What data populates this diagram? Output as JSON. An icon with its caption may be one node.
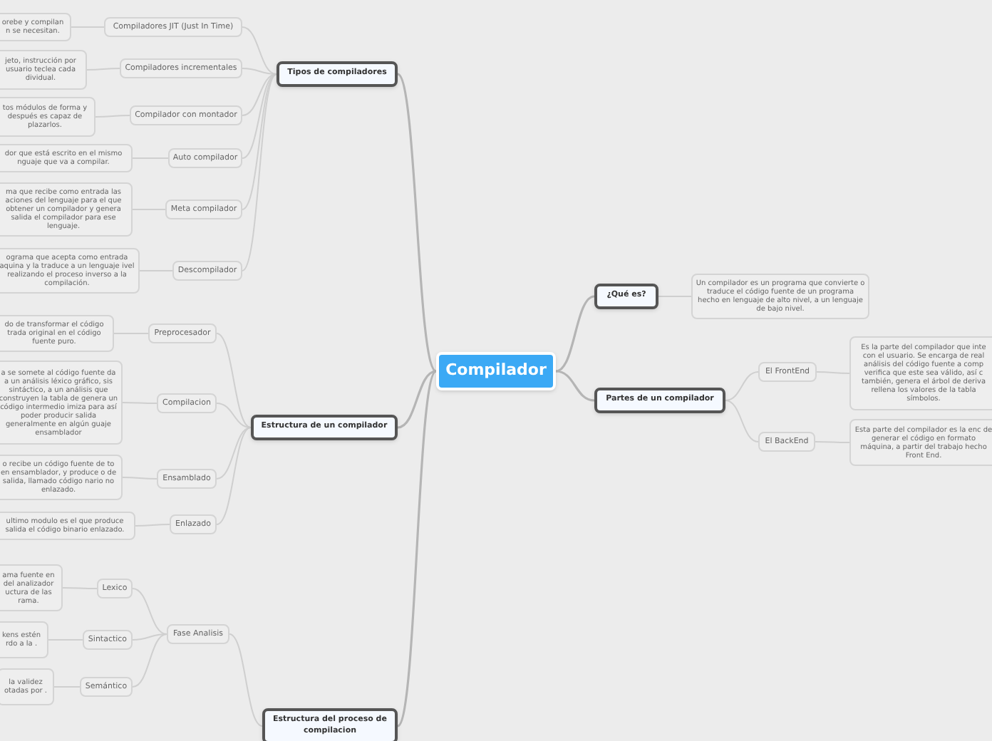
{
  "diagram": {
    "nodes": [
      {
        "text": [
          "Compilador"
        ]
      },
      {
        "text": [
          "Tipos de compiladores"
        ]
      },
      {
        "text": [
          "Compiladores JIT (Just In Time)"
        ]
      },
      {
        "text": [
          "orebe y compilan n se necesitan."
        ]
      },
      {
        "text": [
          "Compiladores incrementales"
        ]
      },
      {
        "text": [
          "jeto, instrucción por usuario teclea cada dividual."
        ]
      },
      {
        "text": [
          "Compilador con montador"
        ]
      },
      {
        "text": [
          "tos módulos de forma y después es capaz de plazarlos."
        ]
      },
      {
        "text": [
          "Auto compilador"
        ]
      },
      {
        "text": [
          "dor que está escrito en el mismo nguaje que va a compilar."
        ]
      },
      {
        "text": [
          "Meta compilador"
        ]
      },
      {
        "text": [
          "ma que recibe como entrada las aciones del lenguaje para el que obtener un compilador y genera salida el compilador para ese lenguaje."
        ]
      },
      {
        "text": [
          "Descompilador"
        ]
      },
      {
        "text": [
          "ograma que acepta como entrada aquina y la traduce a un lenguaje ivel realizando el proceso inverso a la compilación."
        ]
      },
      {
        "text": [
          "Estructura de un compilador"
        ]
      },
      {
        "text": [
          "Preprocesador"
        ]
      },
      {
        "text": [
          "do de transformar el código trada original en el código fuente puro."
        ]
      },
      {
        "text": [
          "Compilacion"
        ]
      },
      {
        "text": [
          "a se somete al código fuente da a un análisis léxico gráfico, sis sintáctico, a un análisis que construyen la tabla de genera un código intermedio imiza para así poder producir salida generalmente en algún guaje ensamblador"
        ]
      },
      {
        "text": [
          "Ensamblado"
        ]
      },
      {
        "text": [
          "o recibe un código fuente de to en ensamblador, y produce o de salida, llamado código nario no enlazado."
        ]
      },
      {
        "text": [
          "Enlazado"
        ]
      },
      {
        "text": [
          "ultimo modulo es el que produce salida el código binario enlazado."
        ]
      },
      {
        "text": [
          "Estructura del proceso de compilacion"
        ]
      },
      {
        "text": [
          "Fase Analisis"
        ]
      },
      {
        "text": [
          "Lexico"
        ]
      },
      {
        "text": [
          "ama fuente en del analizador uctura de las rama."
        ]
      },
      {
        "text": [
          "Sintactico"
        ]
      },
      {
        "text": [
          "kens estén rdo a la ."
        ]
      },
      {
        "text": [
          "Semántico"
        ]
      },
      {
        "text": [
          "la validez otadas por ."
        ]
      },
      {
        "text": [
          "¿Qué es?"
        ]
      },
      {
        "text": [
          "Un compilador es un programa que convierte o traduce el código fuente de un programa hecho en lenguaje de alto nivel, a un lenguaje de bajo nivel."
        ]
      },
      {
        "text": [
          "Partes de un compilador"
        ]
      },
      {
        "text": [
          "El FrontEnd"
        ]
      },
      {
        "text": [
          "Es la parte del compilador que inte con el usuario. Se encarga de real análisis del código fuente a comp verifica que este sea válido, así c también, genera el árbol de deriva rellena los valores de la tabla símbolos."
        ]
      },
      {
        "text": [
          "El BackEnd"
        ]
      },
      {
        "text": [
          "Esta parte del compilador es la enc de generar el código en formato máquina, a partir del trabajo hecho Front End."
        ]
      }
    ],
    "edges": [
      {
        "from": 0,
        "to": 1,
        "arrow": "none"
      },
      {
        "from": 0,
        "to": 14,
        "arrow": "none"
      },
      {
        "from": 0,
        "to": 23,
        "arrow": "none"
      },
      {
        "from": 0,
        "to": 31,
        "arrow": "none"
      },
      {
        "from": 0,
        "to": 33,
        "arrow": "none"
      },
      {
        "from": 1,
        "to": 2,
        "arrow": "none"
      },
      {
        "from": 2,
        "to": 3,
        "arrow": "none"
      },
      {
        "from": 1,
        "to": 4,
        "arrow": "none"
      },
      {
        "from": 4,
        "to": 5,
        "arrow": "none"
      },
      {
        "from": 1,
        "to": 6,
        "arrow": "none"
      },
      {
        "from": 6,
        "to": 7,
        "arrow": "none"
      },
      {
        "from": 1,
        "to": 8,
        "arrow": "none"
      },
      {
        "from": 8,
        "to": 9,
        "arrow": "none"
      },
      {
        "from": 1,
        "to": 10,
        "arrow": "none"
      },
      {
        "from": 10,
        "to": 11,
        "arrow": "none"
      },
      {
        "from": 1,
        "to": 12,
        "arrow": "none"
      },
      {
        "from": 12,
        "to": 13,
        "arrow": "none"
      },
      {
        "from": 14,
        "to": 15,
        "arrow": "none"
      },
      {
        "from": 15,
        "to": 16,
        "arrow": "none"
      },
      {
        "from": 14,
        "to": 17,
        "arrow": "none"
      },
      {
        "from": 17,
        "to": 18,
        "arrow": "none"
      },
      {
        "from": 14,
        "to": 19,
        "arrow": "none"
      },
      {
        "from": 19,
        "to": 20,
        "arrow": "none"
      },
      {
        "from": 14,
        "to": 21,
        "arrow": "none"
      },
      {
        "from": 21,
        "to": 22,
        "arrow": "none"
      },
      {
        "from": 23,
        "to": 24,
        "arrow": "none"
      },
      {
        "from": 24,
        "to": 25,
        "arrow": "none"
      },
      {
        "from": 25,
        "to": 26,
        "arrow": "none"
      },
      {
        "from": 24,
        "to": 27,
        "arrow": "none"
      },
      {
        "from": 27,
        "to": 28,
        "arrow": "none"
      },
      {
        "from": 24,
        "to": 29,
        "arrow": "none"
      },
      {
        "from": 29,
        "to": 30,
        "arrow": "none"
      },
      {
        "from": 31,
        "to": 32,
        "arrow": "none"
      },
      {
        "from": 33,
        "to": 34,
        "arrow": "none"
      },
      {
        "from": 34,
        "to": 35,
        "arrow": "none"
      },
      {
        "from": 33,
        "to": 36,
        "arrow": "none"
      },
      {
        "from": 36,
        "to": 37,
        "arrow": "none"
      }
    ]
  }
}
